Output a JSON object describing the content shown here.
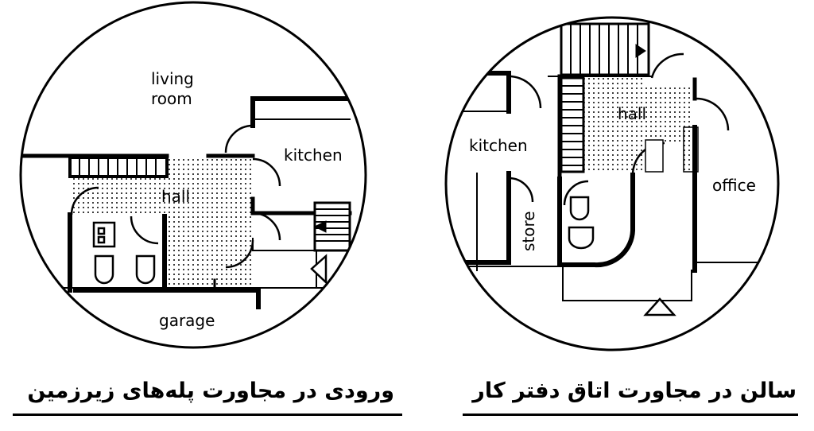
{
  "left_plan": {
    "labels": {
      "living_room_line1": "living",
      "living_room_line2": "room",
      "kitchen": "kitchen",
      "hall": "hall",
      "garage": "garage"
    },
    "caption": "ورودی در مجاورت پله‌های زیرزمین"
  },
  "right_plan": {
    "labels": {
      "hall": "hall",
      "kitchen": "kitchen",
      "office": "office",
      "store": "store"
    },
    "caption": "سالن در مجاورت اتاق دفتر کار"
  },
  "colors": {
    "ink": "#000000",
    "paper": "#ffffff"
  }
}
